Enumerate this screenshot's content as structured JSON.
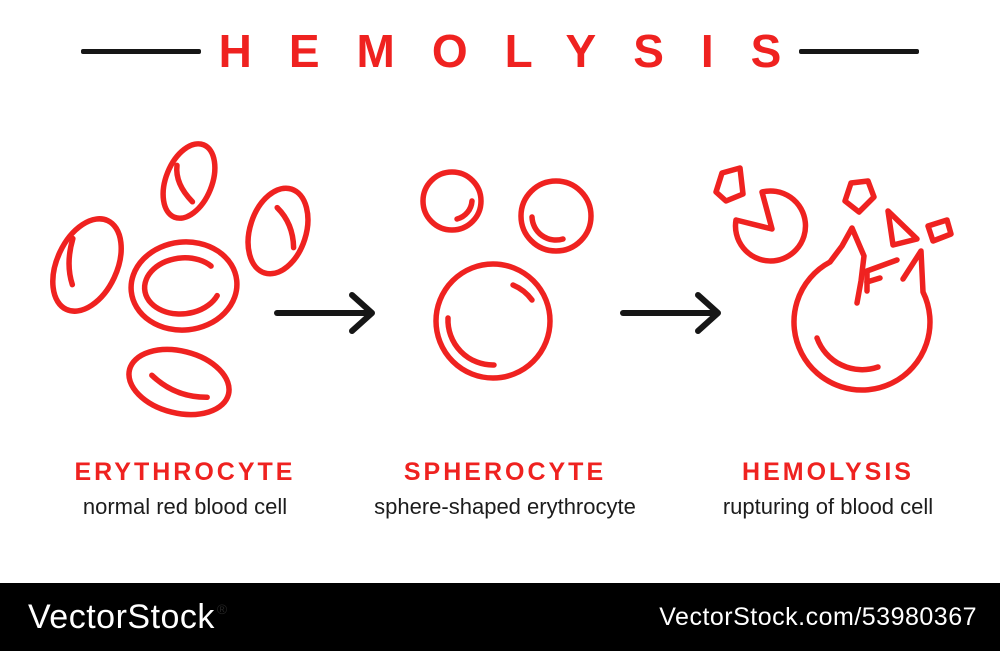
{
  "title": {
    "text": "HEMOLYSIS"
  },
  "stages": [
    {
      "name": "ERYTHROCYTE",
      "description": "normal red blood cell",
      "icon": "red-blood-cells-icon"
    },
    {
      "name": "SPHEROCYTE",
      "description": "sphere-shaped erythrocyte",
      "icon": "spherocyte-cells-icon"
    },
    {
      "name": "HEMOLYSIS",
      "description": "rupturing of blood cell",
      "icon": "ruptured-cell-icon"
    }
  ],
  "arrows": {
    "count": 2,
    "direction": "right"
  },
  "footer": {
    "brand": "VectorStock",
    "registered": "®",
    "credit": "VectorStock.com/53980367"
  },
  "colors": {
    "accent_red": "#ef2220",
    "ink_black": "#161616",
    "footer_bg": "#000000",
    "footer_text": "#ffffff",
    "background": "#ffffff"
  }
}
